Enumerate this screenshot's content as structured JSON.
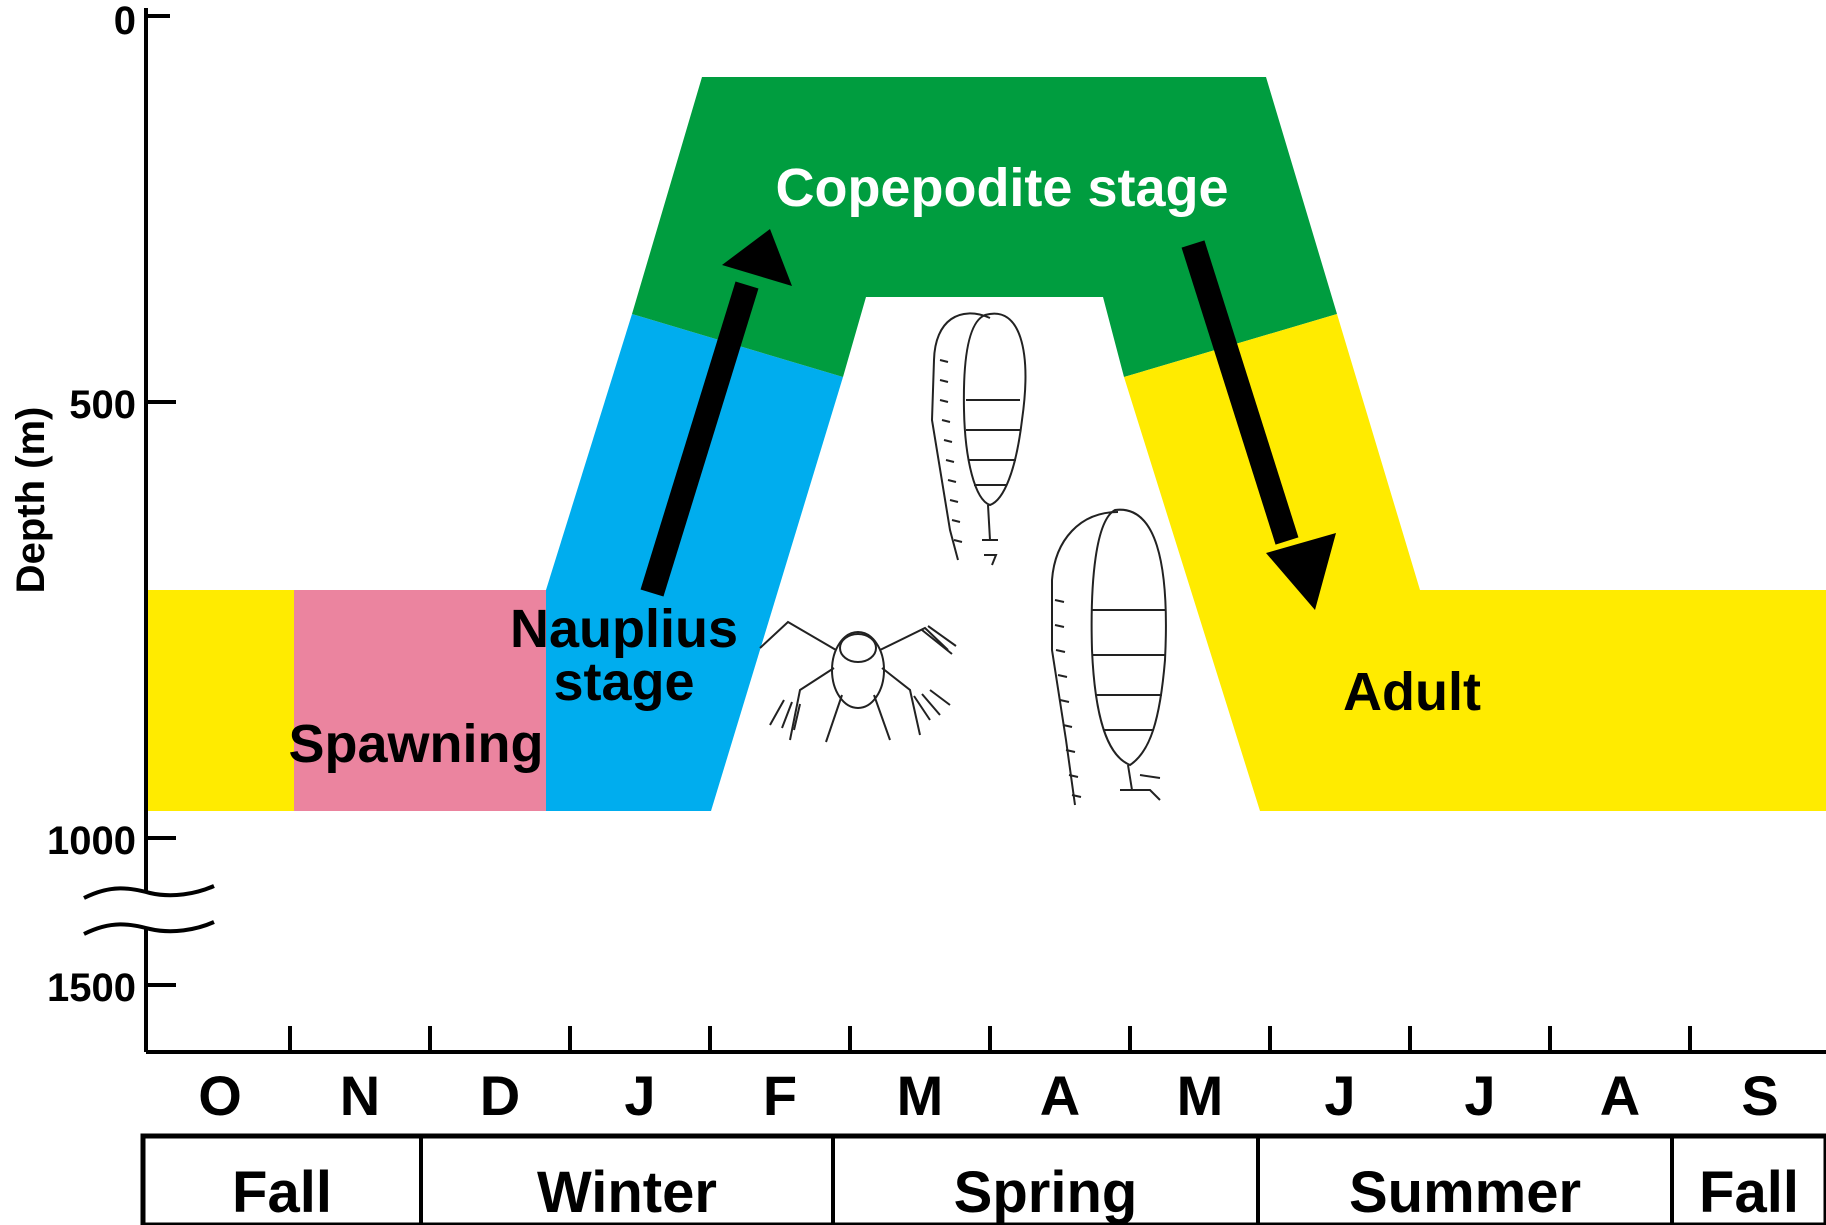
{
  "axis": {
    "y_label": "Depth (m)",
    "y_ticks": [
      "0",
      "500",
      "1000",
      "1500"
    ]
  },
  "months": [
    "O",
    "N",
    "D",
    "J",
    "F",
    "M",
    "A",
    "M",
    "J",
    "J",
    "A",
    "S"
  ],
  "seasons": [
    "Fall",
    "Winter",
    "Spring",
    "Summer",
    "Fall"
  ],
  "stages": {
    "copepodite": "Copepodite stage",
    "nauplius_line1": "Nauplius",
    "nauplius_line2": "stage",
    "spawning": "Spawning",
    "adult": "Adult"
  },
  "colors": {
    "adult": "#ffeb00",
    "spawning": "#eb849f",
    "nauplius": "#00adee",
    "copepodite": "#009d3f",
    "arrow": "#000000"
  }
}
